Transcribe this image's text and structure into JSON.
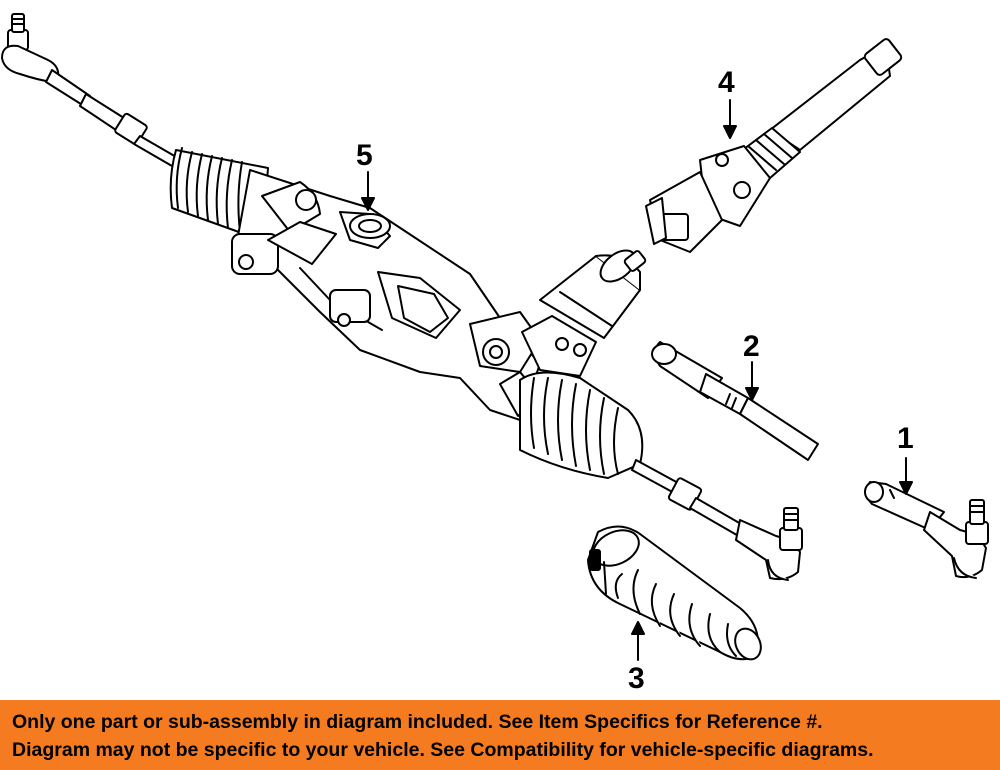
{
  "callouts": {
    "part1": "1",
    "part2": "2",
    "part3": "3",
    "part4": "4",
    "part5": "5"
  },
  "notice": {
    "line1": "Only one part or sub-assembly in diagram included. See Item Specifics for Reference #.",
    "line2": "Diagram may not be specific to your vehicle. See Compatibility for vehicle-specific diagrams."
  },
  "colors": {
    "banner": "#f47b20",
    "line": "#000000",
    "fill": "#ffffff"
  }
}
